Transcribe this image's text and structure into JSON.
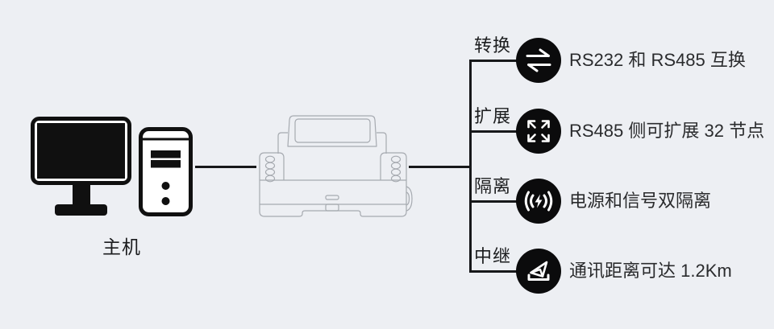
{
  "host": {
    "label": "主机"
  },
  "features": [
    {
      "tag": "转换",
      "icon": "swap-arrows-icon",
      "text": "RS232 和 RS485 互换"
    },
    {
      "tag": "扩展",
      "icon": "expand-arrows-icon",
      "text": "RS485 侧可扩展 32 节点"
    },
    {
      "tag": "隔离",
      "icon": "signal-isolation-icon",
      "text": "电源和信号双隔离"
    },
    {
      "tag": "中继",
      "icon": "relay-send-icon",
      "text": "通讯距离可达 1.2Km"
    }
  ],
  "colors": {
    "background": "#edeff3",
    "line": "#17181a",
    "icon_circle": "#0b0b0c",
    "icon_glyph": "#ffffff",
    "text": "#2a2b2d",
    "device_outline": "#a6aab0",
    "host_icon": "#101010"
  }
}
